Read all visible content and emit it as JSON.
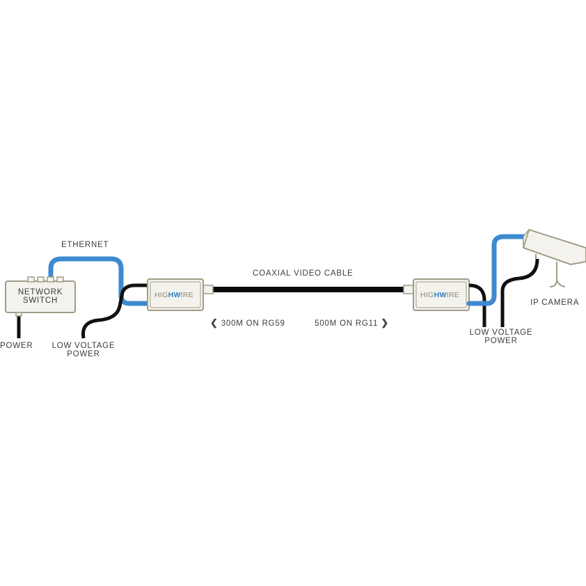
{
  "colors": {
    "ethernet": "#3e8ad0",
    "power_cable": "#111111",
    "coax": "#0a0a0a",
    "device_outline": "#a09c87",
    "device_fill": "#f3f2ed",
    "brand_accent": "#2e7ec4",
    "text": "#3a3a3a"
  },
  "labels": {
    "ethernet": "ETHERNET",
    "network_switch_line1": "NETWORK",
    "network_switch_line2": "SWITCH",
    "power": "POWER",
    "low_voltage_left_line1": "LOW VOLTAGE",
    "low_voltage_left_line2": "POWER",
    "coax": "COAXIAL VIDEO CABLE",
    "distance_rg59": "300M ON RG59",
    "distance_rg11": "500M ON RG11",
    "low_voltage_right_line1": "LOW VOLTAGE",
    "low_voltage_right_line2": "POWER",
    "ip_camera": "IP CAMERA"
  },
  "brand": {
    "prefix": "HIG",
    "highlight": "HW",
    "suffix": "IRE"
  },
  "icons": {
    "chevron_left": "❮",
    "chevron_right": "❯"
  }
}
